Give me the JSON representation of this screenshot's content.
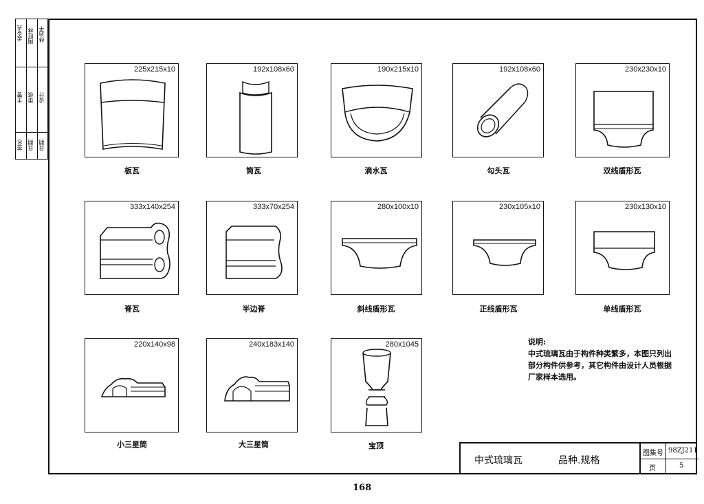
{
  "sidebar": {
    "cells": [
      "孟令光",
      "国旺林",
      "林治平",
      "主管",
      "审核",
      "设计",
      "负责",
      "校对",
      "制图",
      "签名",
      "日期",
      "日期"
    ]
  },
  "tiles": [
    {
      "dim": "225x215x10",
      "name": "板瓦"
    },
    {
      "dim": "192x108x60",
      "name": "筒瓦"
    },
    {
      "dim": "190x215x10",
      "name": "滴水瓦"
    },
    {
      "dim": "192x108x60",
      "name": "勾头瓦"
    },
    {
      "dim": "230x230x10",
      "name": "双线盾形瓦"
    },
    {
      "dim": "333x140x254",
      "name": "脊瓦"
    },
    {
      "dim": "333x70x254",
      "name": "半边脊"
    },
    {
      "dim": "280x100x10",
      "name": "斜线盾形瓦"
    },
    {
      "dim": "230x105x10",
      "name": "正线盾形瓦"
    },
    {
      "dim": "230x130x10",
      "name": "单线盾形瓦"
    },
    {
      "dim": "220x140x98",
      "name": "小三星筒"
    },
    {
      "dim": "240x183x140",
      "name": "大三星筒"
    },
    {
      "dim": "280x1045",
      "name": "宝顶"
    }
  ],
  "note": {
    "heading": "说明:",
    "body": "中式琉璃瓦由于构件种类繁多，本图只列出部分构件供参考，其它构件由设计人员根据厂家样本选用。"
  },
  "titleblock": {
    "title": "中式琉璃瓦",
    "subtitle": "品种.规格",
    "atlas_label": "图集号",
    "atlas_value": "98ZJ211",
    "page_label": "页",
    "page_value": "5"
  },
  "page_number": "168"
}
